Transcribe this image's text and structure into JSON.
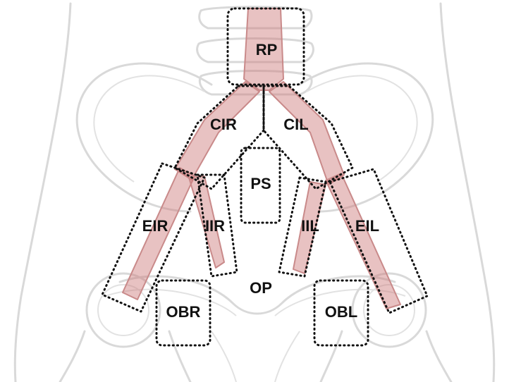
{
  "labels": {
    "rp": "RP",
    "cir": "CIR",
    "cil": "CIL",
    "ps": "PS",
    "eir": "EIR",
    "iir": "IIR",
    "iil": "IIL",
    "eil": "EIL",
    "op": "OP",
    "obr": "OBR",
    "obl": "OBL"
  },
  "colors": {
    "vessel_fill": "#d89a9a",
    "region_outline": "#111111",
    "anatomy_outline": "#d9d9d9"
  }
}
